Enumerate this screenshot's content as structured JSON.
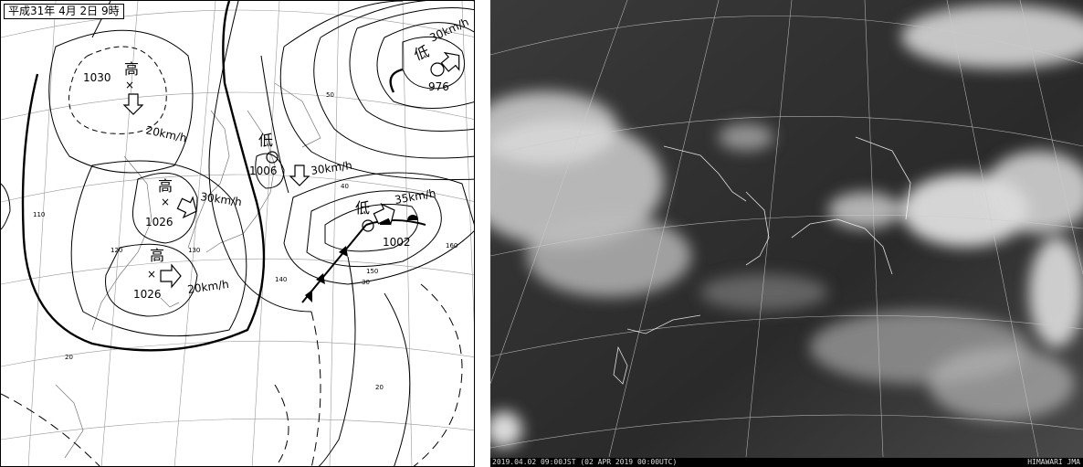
{
  "weather_map": {
    "timestamp": "平成31年 4月 2日 9時",
    "systems": [
      {
        "kind": "high",
        "symbol": "高",
        "pressure": "1030",
        "speed": "20km/h"
      },
      {
        "kind": "high",
        "symbol": "高",
        "pressure": "1026",
        "speed": "30km/h"
      },
      {
        "kind": "high",
        "symbol": "高",
        "pressure": "1026",
        "speed": "20km/h"
      },
      {
        "kind": "low",
        "symbol": "低",
        "pressure": "1006",
        "speed": "30km/h"
      },
      {
        "kind": "low",
        "symbol": "低",
        "pressure": "1002",
        "speed": "35km/h"
      },
      {
        "kind": "low",
        "symbol": "低",
        "pressure": "976",
        "speed": "30km/h"
      }
    ],
    "grid_labels": [
      "110",
      "120",
      "130",
      "140",
      "150",
      "160",
      "20",
      "30",
      "40",
      "50",
      "20"
    ]
  },
  "satellite": {
    "caption_left": "2019.04.02 09:00JST (02 APR 2019 00:00UTC)",
    "caption_right": "HIMAWARI JMA"
  }
}
